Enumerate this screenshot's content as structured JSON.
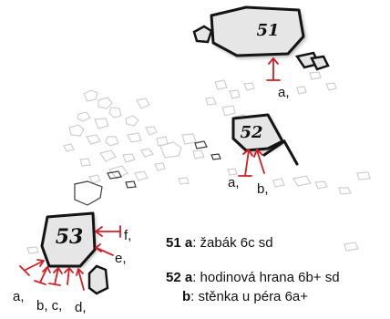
{
  "colors": {
    "arrow": "#d21f24",
    "boulder_fill": "#e6e6e6",
    "boulder_stroke": "#141414",
    "ghost_stroke": "#cfcfcf",
    "text": "#111111"
  },
  "boulders": [
    {
      "number": "51",
      "arrows": [
        {
          "label": "a,"
        }
      ]
    },
    {
      "number": "52",
      "arrows": [
        {
          "label": "a,"
        },
        {
          "label": "b,"
        }
      ]
    },
    {
      "number": "53",
      "arrows": [
        {
          "label": "a,"
        },
        {
          "label": "b, c,"
        },
        {
          "label": "d,"
        },
        {
          "label": "e,"
        },
        {
          "label": "f,"
        }
      ]
    }
  ],
  "legend": {
    "row1": {
      "boulder": "51",
      "key": "a",
      "text": ": žabák 6c sd"
    },
    "row2": {
      "boulder": "52",
      "key": "a",
      "text": ": hodinová hrana 6b+ sd"
    },
    "row3": {
      "key": "b",
      "text": ": stěnka u péra 6a+"
    }
  }
}
